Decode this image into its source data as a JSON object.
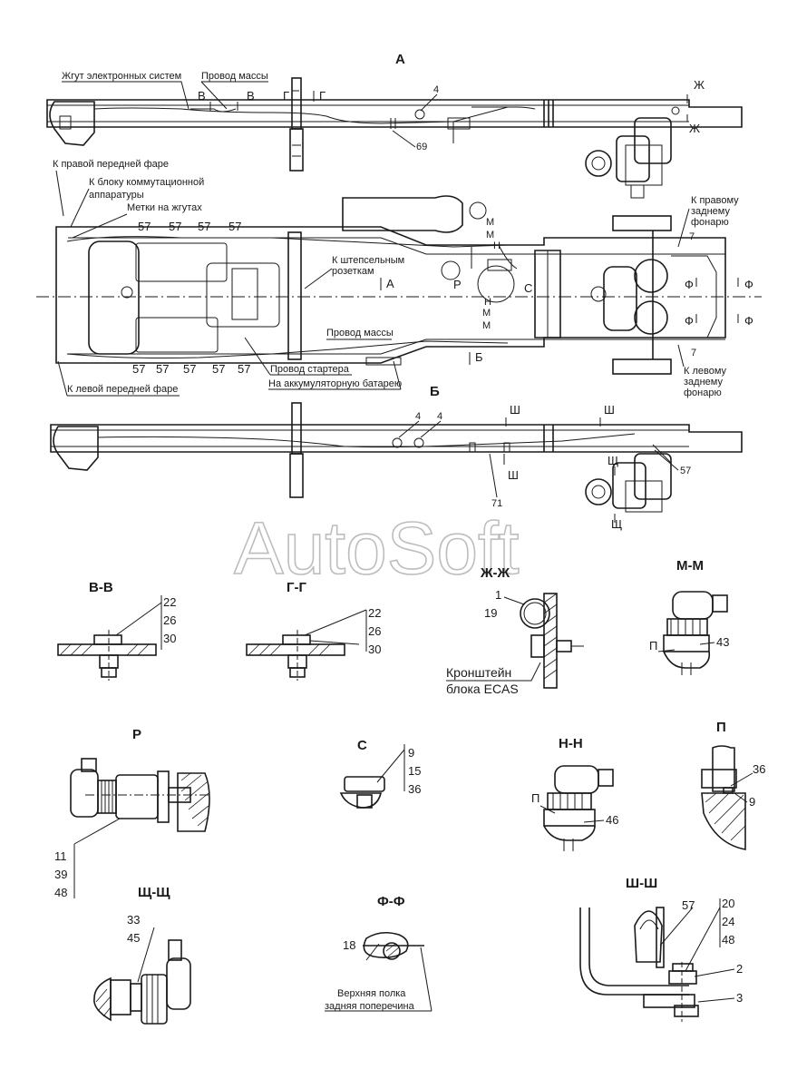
{
  "views": {
    "top": {
      "title": "А",
      "labels": {
        "harness": "Жгут электронных систем",
        "ground": "Провод массы",
        "sec_v": "В",
        "sec_g": "Г",
        "sec_zh": "Ж",
        "n4": "4",
        "n69": "69"
      }
    },
    "plan": {
      "labels": {
        "front_right": "К правой передней фаре",
        "switch_block_1": "К блоку коммутационной",
        "switch_block_2": "аппаратуры",
        "marks": "Метки на жгутах",
        "plug_1": "К штепсельным",
        "plug_2": "розеткам",
        "ground": "Провод массы",
        "starter": "Провод стартера",
        "battery": "На аккумуляторную батарею",
        "front_left": "К левой передней фаре",
        "rear_right_1": "К правому",
        "rear_right_2": "заднему",
        "rear_right_3": "фонарю",
        "rear_left_1": "К левому",
        "rear_left_2": "заднему",
        "rear_left_3": "фонарю",
        "arrow_a": "А",
        "arrow_b": "Б",
        "r": "Р",
        "c": "С",
        "m": "М",
        "n": "Н",
        "f": "Ф",
        "n57": "57",
        "n7": "7"
      }
    },
    "side_b": {
      "title": "Б",
      "labels": {
        "sec_sh": "Ш",
        "sec_shch": "Щ",
        "n4": "4",
        "n57": "57",
        "n71": "71"
      }
    },
    "watermark": "AutoSoft",
    "details": {
      "vv": {
        "title": "В-В",
        "parts": [
          "22",
          "26",
          "30"
        ]
      },
      "gg": {
        "title": "Г-Г",
        "parts": [
          "22",
          "26",
          "30"
        ]
      },
      "zhzh": {
        "title": "Ж-Ж",
        "parts": [
          "1",
          "19"
        ],
        "caption_1": "Кронштейн",
        "caption_2": "блока ECAS"
      },
      "mm": {
        "title": "М-М",
        "p": "П",
        "part": "43"
      },
      "r": {
        "title": "Р",
        "parts": [
          "11",
          "39",
          "48"
        ]
      },
      "c": {
        "title": "С",
        "parts": [
          "9",
          "15",
          "36"
        ]
      },
      "nn": {
        "title": "Н-Н",
        "p": "П",
        "part": "46"
      },
      "p": {
        "title": "П",
        "parts": [
          "36",
          "9"
        ]
      },
      "shch": {
        "title": "Щ-Щ",
        "parts": [
          "33",
          "45"
        ]
      },
      "ff": {
        "title": "Ф-Ф",
        "part": "18",
        "caption_1": "Верхняя полка",
        "caption_2": "задняя поперечина"
      },
      "shsh": {
        "title": "Ш-Ш",
        "parts_top": [
          "57",
          "20",
          "24",
          "48"
        ],
        "parts_side": [
          "2",
          "3"
        ]
      }
    }
  }
}
